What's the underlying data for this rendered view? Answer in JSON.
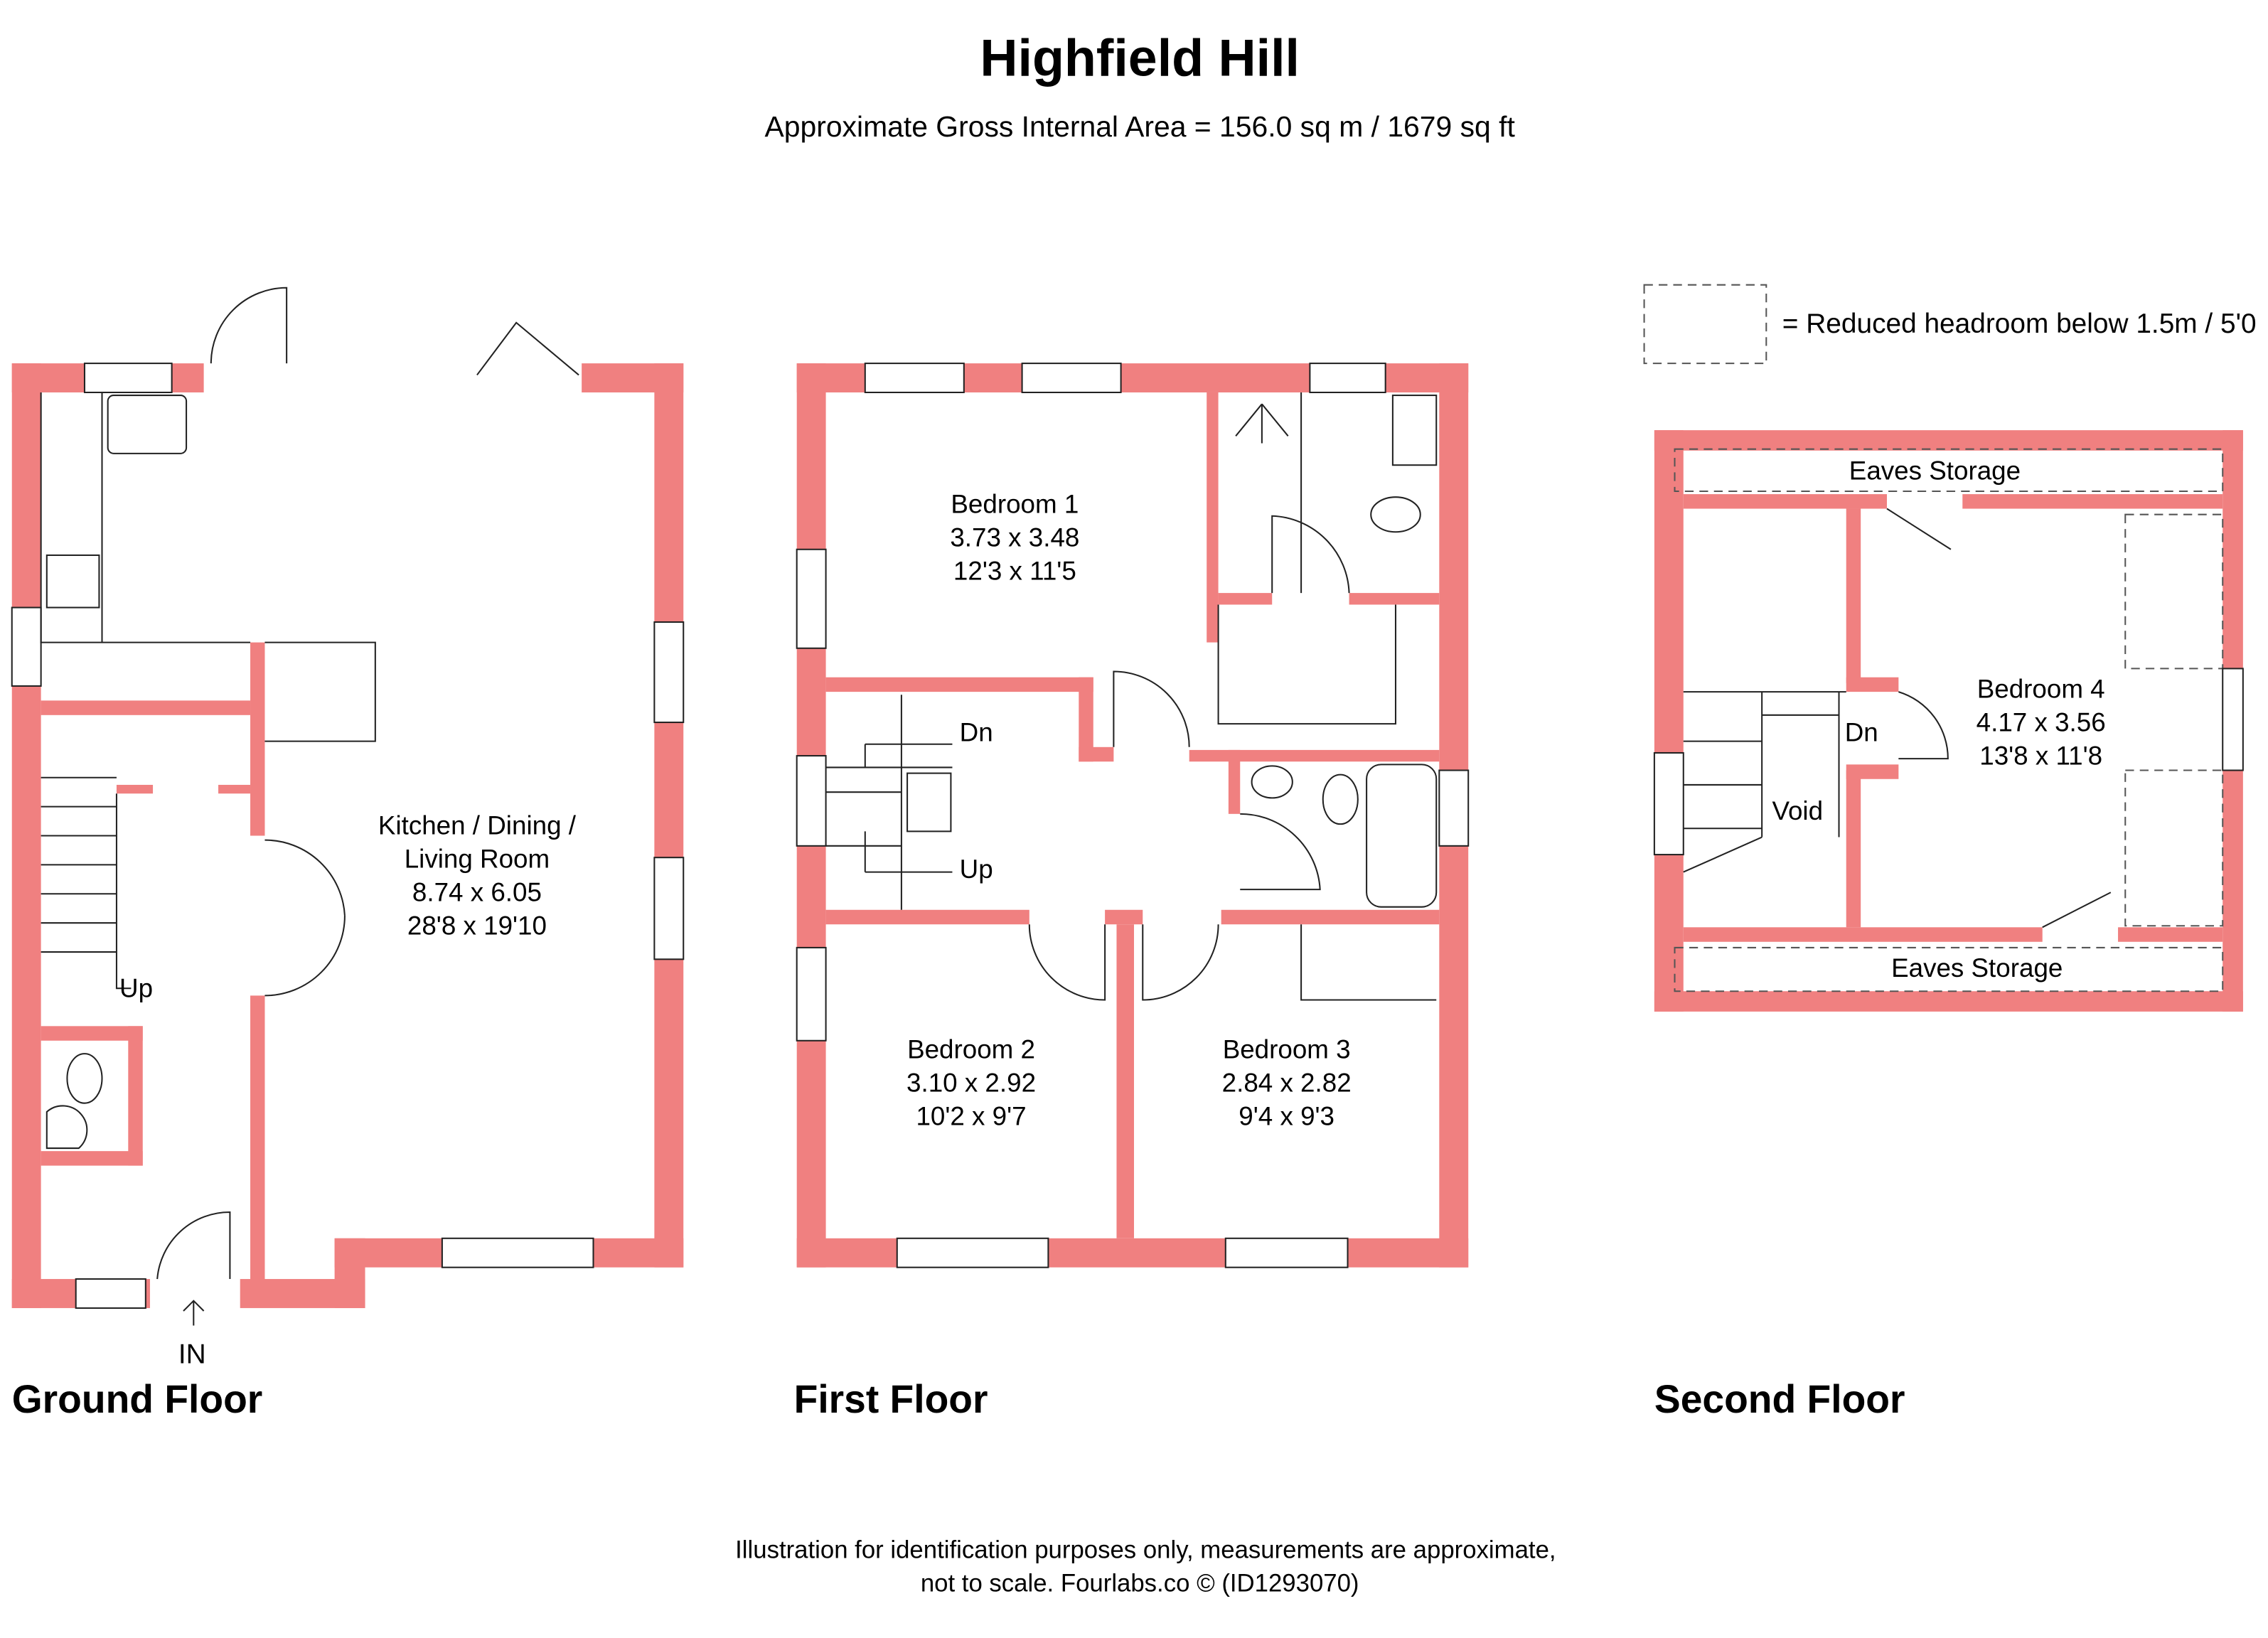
{
  "header": {
    "title": "Highfield Hill",
    "subtitle": "Approximate Gross Internal Area = 156.0 sq m / 1679 sq ft"
  },
  "legend": {
    "text": "= Reduced headroom below 1.5m / 5'0"
  },
  "colors": {
    "wall": "#f08080",
    "line": "#222222"
  },
  "ground_floor": {
    "label": "Ground Floor",
    "kitchen": {
      "name1": "Kitchen / Dining /",
      "name2": "Living Room",
      "metric": "8.74 x 6.05",
      "imperial": "28'8 x 19'10"
    },
    "stairs_label": "Up",
    "entrance_label": "IN"
  },
  "first_floor": {
    "label": "First Floor",
    "bedroom1": {
      "name": "Bedroom 1",
      "metric": "3.73 x 3.48",
      "imperial": "12'3 x 11'5"
    },
    "bedroom2": {
      "name": "Bedroom 2",
      "metric": "3.10 x 2.92",
      "imperial": "10'2 x 9'7"
    },
    "bedroom3": {
      "name": "Bedroom 3",
      "metric": "2.84 x 2.82",
      "imperial": "9'4 x 9'3"
    },
    "stairs_down": "Dn",
    "stairs_up": "Up"
  },
  "second_floor": {
    "label": "Second Floor",
    "eaves_top": "Eaves Storage",
    "eaves_bottom": "Eaves Storage",
    "bedroom4": {
      "name": "Bedroom 4",
      "metric": "4.17 x 3.56",
      "imperial": "13'8 x 11'8"
    },
    "void": "Void",
    "stairs_down": "Dn"
  },
  "footer": {
    "line1": "Illustration for identification purposes only, measurements are approximate,",
    "line2": "not to scale. Fourlabs.co © (ID1293070)"
  }
}
